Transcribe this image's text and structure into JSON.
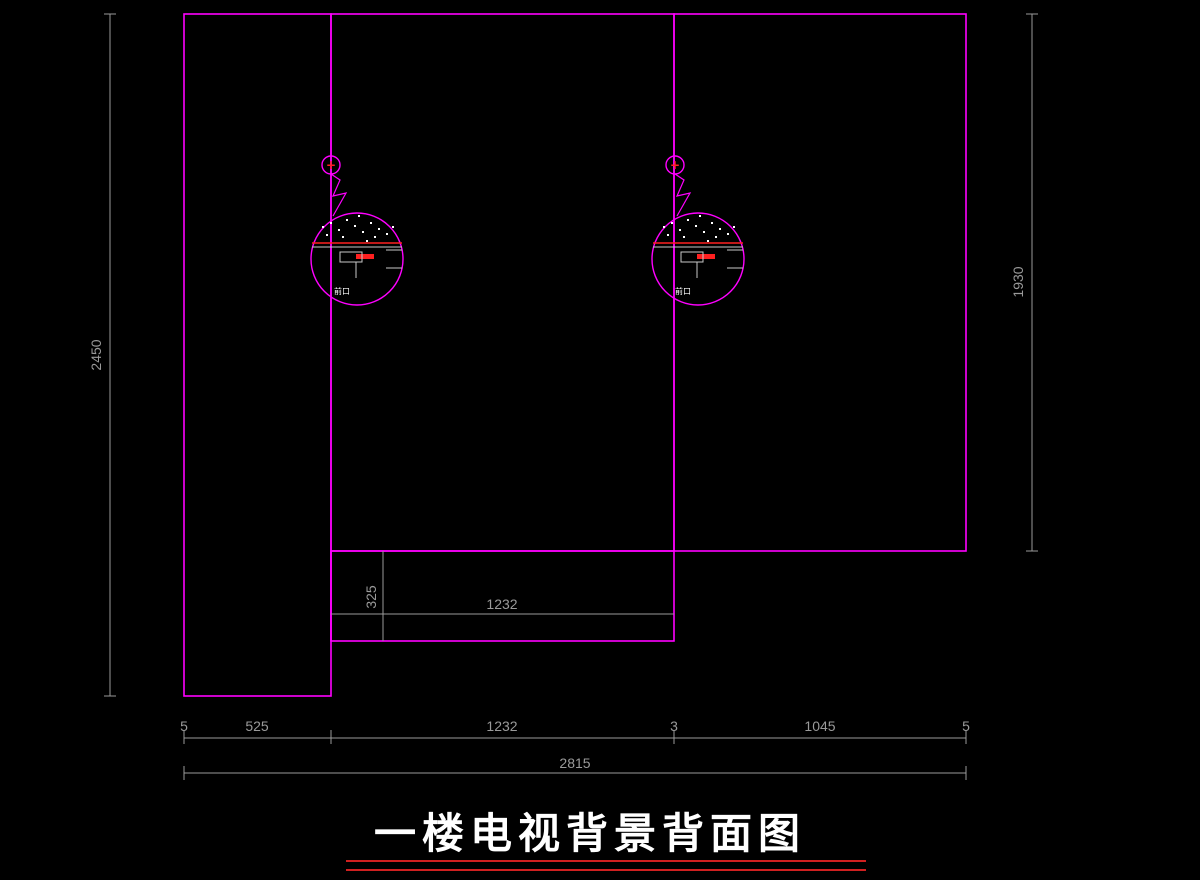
{
  "title": "一楼电视背景背面图",
  "colors": {
    "background": "#000000",
    "panel_outline": "#ff00ff",
    "dimension": "#9a9a9a",
    "title_underline": "#d02020",
    "detail_red": "#ff2020"
  },
  "dimensions": {
    "overall_height": "2450",
    "right_height": "1930",
    "bottom_offset": "5",
    "left_width": "525",
    "middle_width": "1232",
    "gap": "3",
    "right_width": "1045",
    "right_offset": "5",
    "overall_width": "2815",
    "tv_shelf_height": "325",
    "tv_shelf_width": "1232"
  },
  "details": [
    {
      "note": "前口",
      "marker": "+"
    },
    {
      "note": "前口",
      "marker": "+"
    }
  ]
}
